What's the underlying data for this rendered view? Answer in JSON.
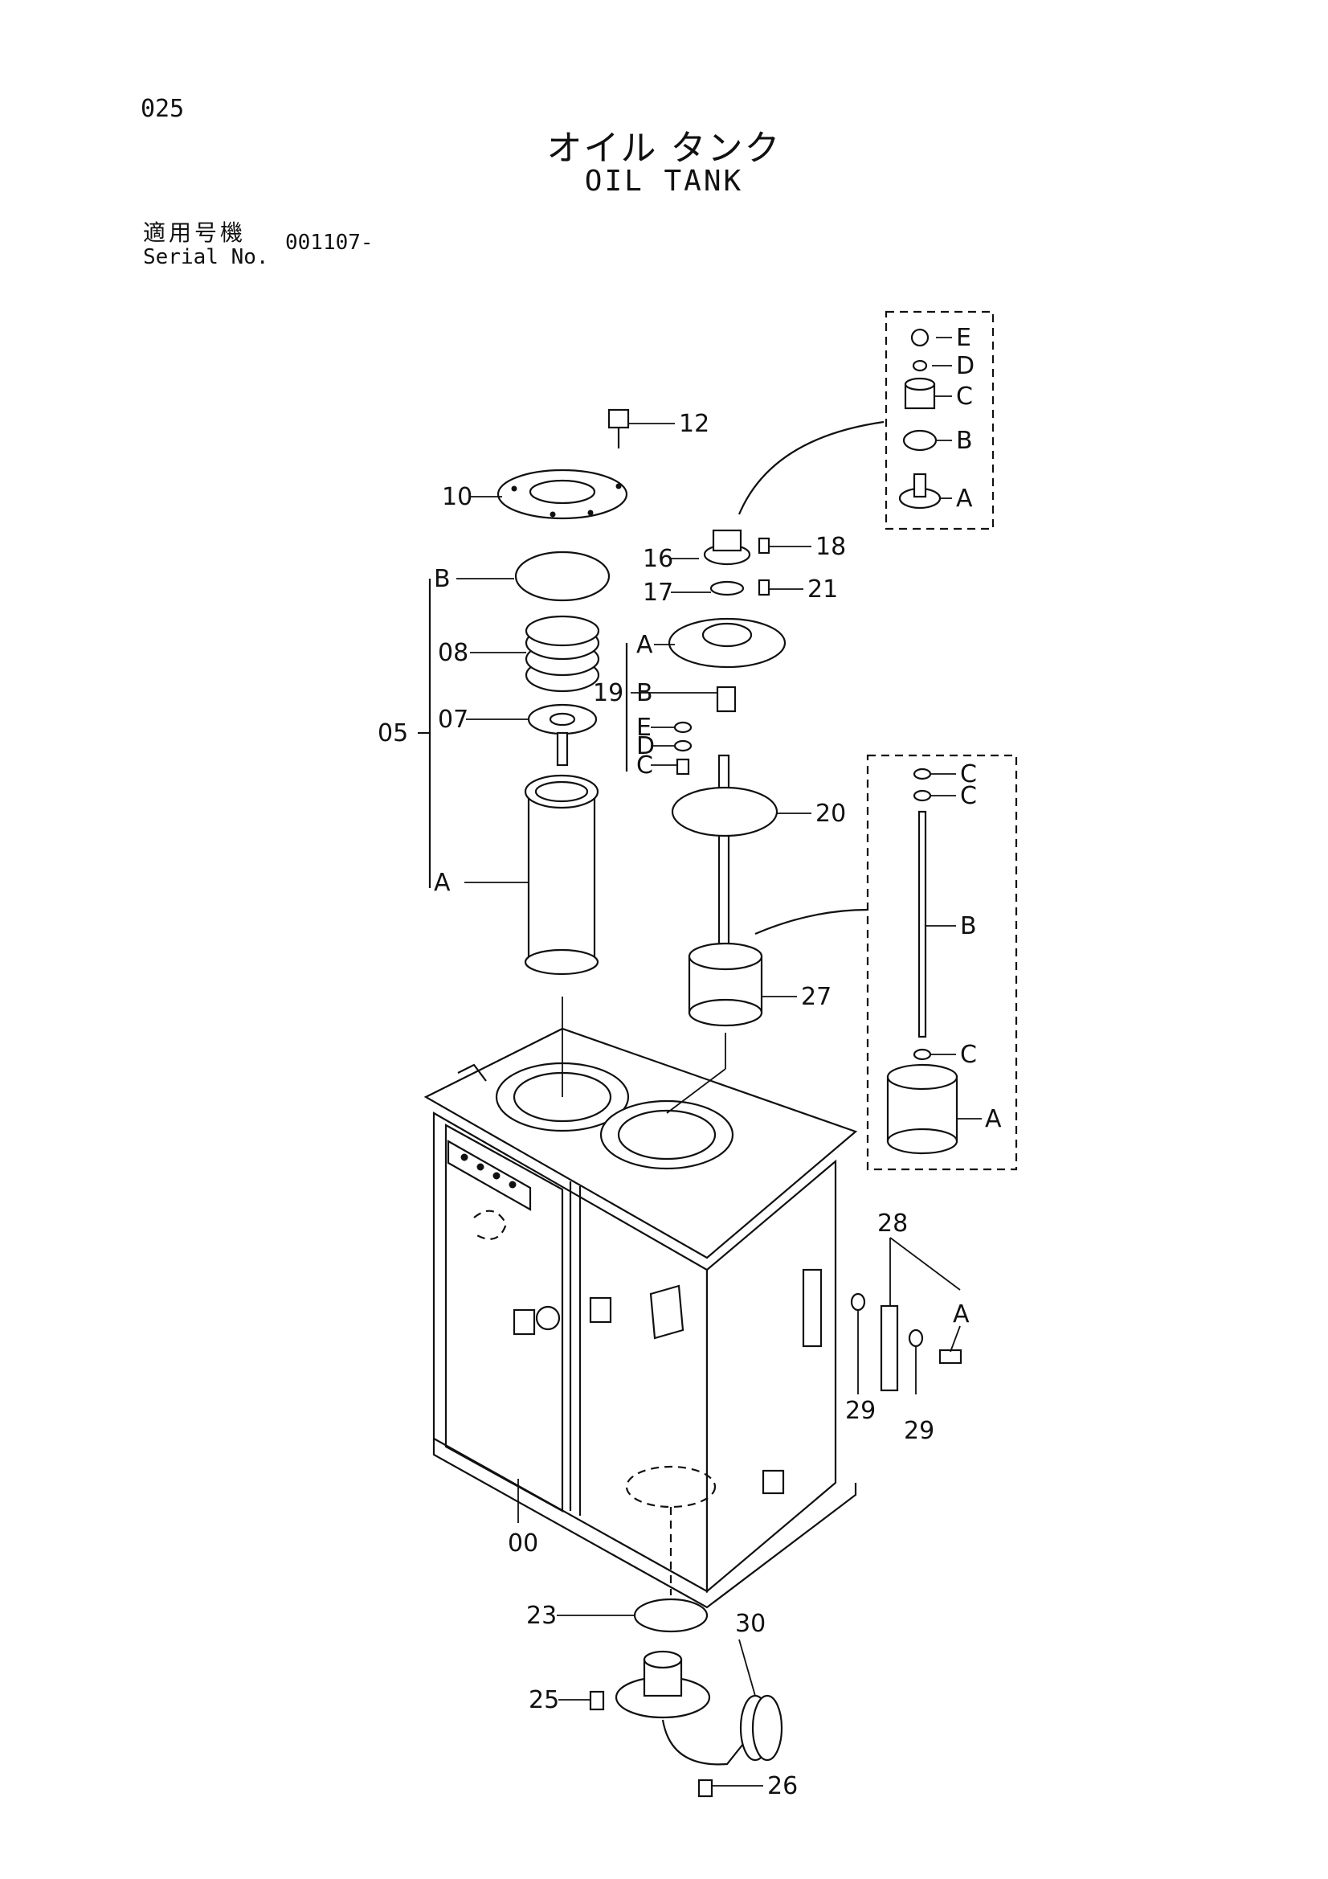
{
  "page_number": "025",
  "title_jp": "オイル タンク",
  "title_en": "OIL TANK",
  "serial": {
    "label_jp": "適用号機",
    "label_en": "Serial No.",
    "value": "001107-"
  },
  "callouts": {
    "p00": "00",
    "p05": "05",
    "p07": "07",
    "p08": "08",
    "p10": "10",
    "p12": "12",
    "p16": "16",
    "p17": "17",
    "p18": "18",
    "p19": "19",
    "p20": "20",
    "p21": "21",
    "p23": "23",
    "p25": "25",
    "p26": "26",
    "p27": "27",
    "p28": "28",
    "p29a": "29",
    "p29b": "29",
    "p30": "30"
  },
  "sub_labels": {
    "k05_A": "A",
    "k05_B": "B",
    "k19_A": "A",
    "k19_B": "B",
    "k19_C": "C",
    "k19_D": "D",
    "k19_E": "E",
    "k16_A": "A",
    "k16_B": "B",
    "k16_C": "C",
    "k16_D": "D",
    "k16_E": "E",
    "k27_A": "A",
    "k27_B": "B",
    "k27_C1": "C",
    "k27_C2": "C",
    "k27_C3": "C",
    "k28_A": "A"
  }
}
